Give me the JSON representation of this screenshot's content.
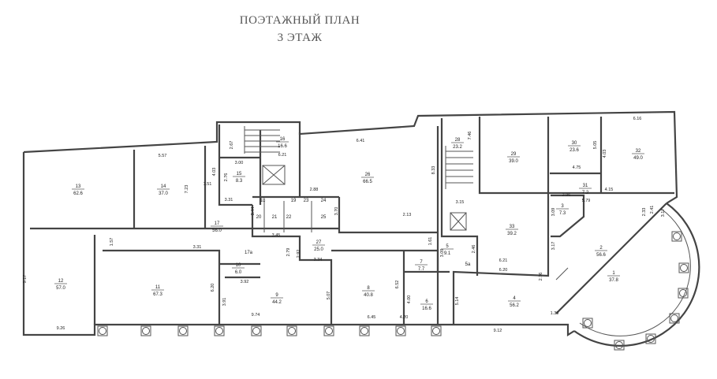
{
  "title": {
    "line1": "ПОЭТАЖНЫЙ ПЛАН",
    "line2": "3 ЭТАЖ"
  },
  "rooms": [
    {
      "id": "13",
      "area": "62.6"
    },
    {
      "id": "14",
      "area": "37.0"
    },
    {
      "id": "15",
      "area": "8.3"
    },
    {
      "id": "16",
      "area": "16.6"
    },
    {
      "id": "17",
      "area": "56.0"
    },
    {
      "id": "12",
      "area": "57.0"
    },
    {
      "id": "11",
      "area": "67.3"
    },
    {
      "id": "10",
      "area": "6.0"
    },
    {
      "id": "17а",
      "area": ""
    },
    {
      "id": "9",
      "area": "44.2"
    },
    {
      "id": "8",
      "area": "40.8"
    },
    {
      "id": "7",
      "area": "7.7"
    },
    {
      "id": "6",
      "area": "16.6"
    },
    {
      "id": "5",
      "area": "9.1"
    },
    {
      "id": "5а",
      "area": ""
    },
    {
      "id": "27",
      "area": "25.0"
    },
    {
      "id": "26",
      "area": "66.5"
    },
    {
      "id": "18",
      "area": ""
    },
    {
      "id": "19",
      "area": ""
    },
    {
      "id": "20",
      "area": ""
    },
    {
      "id": "21",
      "area": ""
    },
    {
      "id": "22",
      "area": ""
    },
    {
      "id": "23",
      "area": ""
    },
    {
      "id": "24",
      "area": ""
    },
    {
      "id": "25",
      "area": ""
    },
    {
      "id": "28",
      "area": "23.2"
    },
    {
      "id": "29",
      "area": "39.0"
    },
    {
      "id": "30",
      "area": "23.6"
    },
    {
      "id": "31",
      "area": "7.2"
    },
    {
      "id": "32",
      "area": "49.0"
    },
    {
      "id": "3",
      "area": "7.3"
    },
    {
      "id": "33",
      "area": "39.2"
    },
    {
      "id": "2",
      "area": "56.6"
    },
    {
      "id": "1",
      "area": "37.8"
    },
    {
      "id": "4",
      "area": "56.2"
    }
  ],
  "dimensions": [
    "5.57",
    "4.03",
    "1.51",
    "7.23",
    "2.67",
    "3.00",
    "2.76",
    "3.31",
    "6.41",
    "8.33",
    "2.88",
    "3.70",
    "2.13",
    "3.44",
    "3.45",
    "7.46",
    "3.15",
    "5.05",
    "4.03",
    "4.75",
    "2.96",
    "4.15",
    "6.16",
    "5.79",
    "2.33",
    "2.41",
    "3.17",
    "3.09",
    "1.57",
    "3.31",
    "3.92",
    "6.20",
    "3.91",
    "9.74",
    "5.07",
    "6.45",
    "6.52",
    "4.00",
    "4.20",
    "2.79",
    "2.92",
    "3.34",
    "1.61",
    "3.09",
    "2.46",
    "3.17",
    "6.21",
    "6.20",
    "2.76",
    "5.14",
    "1.39",
    "9.12",
    "9.17",
    "9.26",
    "6.21"
  ]
}
